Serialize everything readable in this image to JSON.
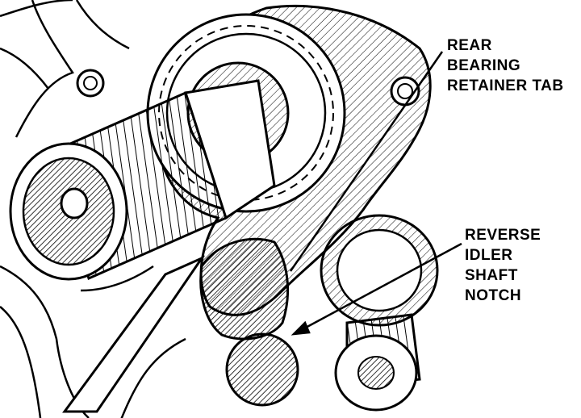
{
  "callouts": {
    "rear_bearing_retainer_tab": [
      "REAR",
      "BEARING",
      "RETAINER TAB"
    ],
    "reverse_idler_shaft_notch": [
      "REVERSE",
      "IDLER",
      "SHAFT",
      "NOTCH"
    ]
  },
  "colors": {
    "ink": "#000000",
    "paper": "#ffffff"
  }
}
